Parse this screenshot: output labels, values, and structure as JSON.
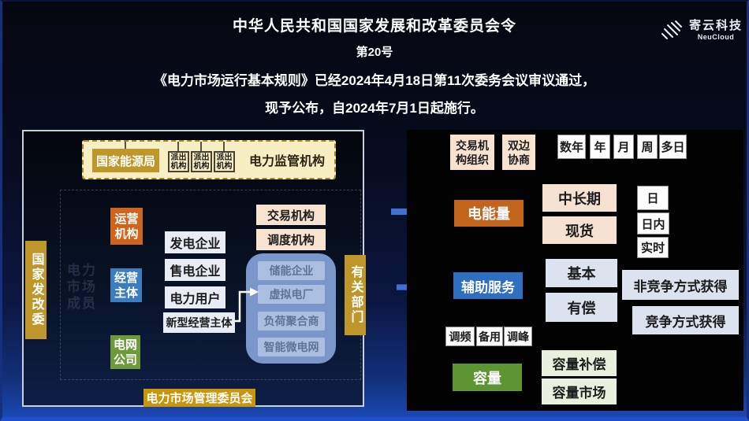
{
  "header": {
    "title": "中华人民共和国国家发展和改革委员会令",
    "order_no": "第20号",
    "line1": "《电力市场运行基本规则》已经2024年4月18日第11次委务会议审议通过，",
    "line2": "现予公布，自2024年7月1日起施行。"
  },
  "logo": {
    "name": "寄云科技",
    "subname": "NeuCloud"
  },
  "left_panel": {
    "ndrc": "国家发改委",
    "related_depts": "有关部门",
    "committee": "电力市场管理委员会",
    "watermark": "电力\n市场\n成员",
    "regulator": {
      "agency": "国家能源局",
      "dispatched_1": "派出\n机构",
      "dispatched_2": "派出\n机构",
      "dispatched_3": "派出\n机构",
      "label": "电力监管机构"
    },
    "operation_org": "运营\n机构",
    "trading_org": "交易机构",
    "dispatch_org": "调度机构",
    "business_entity": "经营\n主体",
    "gen_company": "发电企业",
    "sell_company": "售电企业",
    "power_user": "电力用户",
    "new_entity": "新型经营主体",
    "storage": "储能企业",
    "virtual_plant": "虚拟电厂",
    "load_aggregator": "负荷聚合商",
    "smart_microgrid": "智能微电网",
    "grid_company": "电网\n公司"
  },
  "right_panel": {
    "trade_mode_1": "交易机\n构组织",
    "trade_mode_2": "双边\n协商",
    "periods": [
      "数年",
      "年",
      "月",
      "周",
      "多日"
    ],
    "energy": "电能量",
    "mid_long_term": "中长期",
    "spot": "现货",
    "day": "日",
    "intraday": "日内",
    "realtime": "实时",
    "ancillary": "辅助服务",
    "basic": "基本",
    "paid": "有偿",
    "non_competitive": "非竞争方式获得",
    "competitive": "竞争方式获得",
    "freq_reg": "调频",
    "reserve": "备用",
    "peak_reg": "调峰",
    "capacity": "容量",
    "capacity_comp": "容量补偿",
    "capacity_market": "容量市场"
  },
  "colors": {
    "gold": "#bf9629",
    "orange": "#cf641d",
    "blue": "#2e6fc0",
    "green": "#5d9533",
    "peach": "#f8e3d1",
    "cream": "#f7efc3",
    "light": "#e9ecf4",
    "light_green": "#e9f0dd",
    "arrow_blue": "#4070d4"
  }
}
